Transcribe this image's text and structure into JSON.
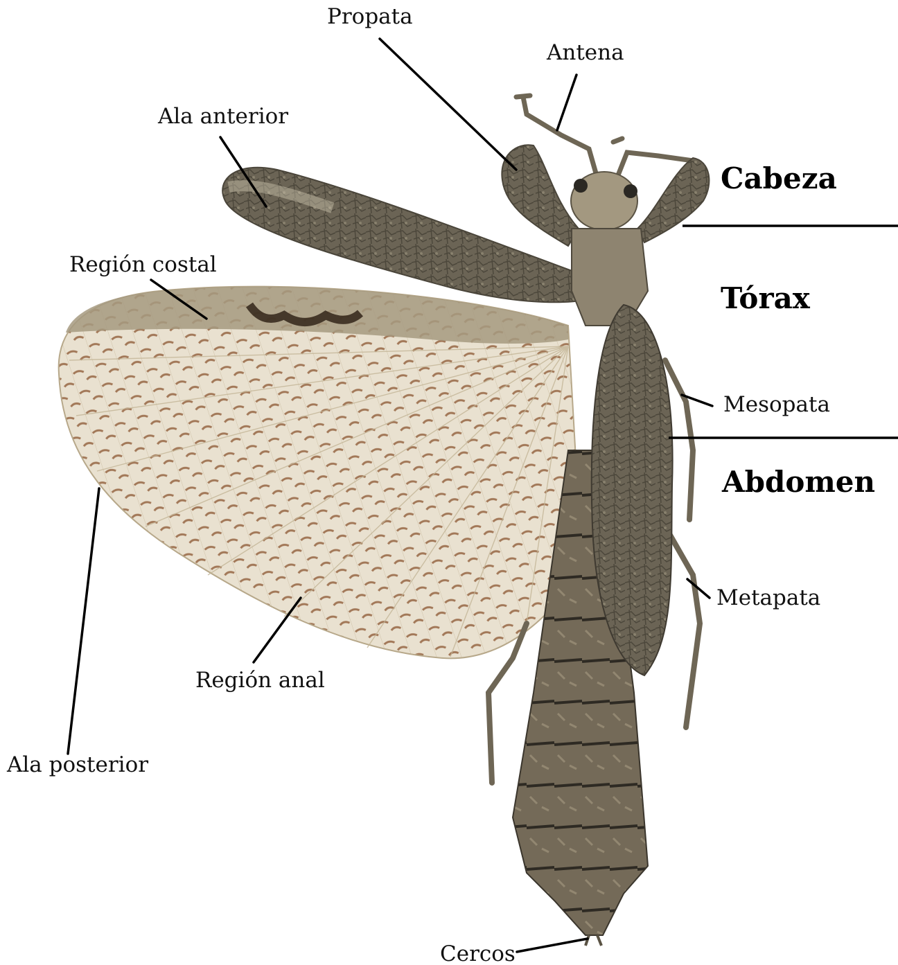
{
  "sections": {
    "head": "Cabeza",
    "thorax": "Tórax",
    "abdomen": "Abdomen"
  },
  "labels": {
    "propata": "Propata",
    "antena": "Antena",
    "ala_anterior": "Ala anterior",
    "region_costal": "Región costal",
    "mesopata": "Mesopata",
    "metapata": "Metapata",
    "region_anal": "Región anal",
    "ala_posterior": "Ala posterior",
    "cercos": "Cercos"
  },
  "colors": {
    "body_dark": "#4e4a40",
    "body_mid": "#7a7262",
    "body_light": "#b4aa92",
    "hindwing_fill": "#e8e0cf",
    "hindwing_vein": "#8a5530",
    "forewing": "#6f6857"
  }
}
